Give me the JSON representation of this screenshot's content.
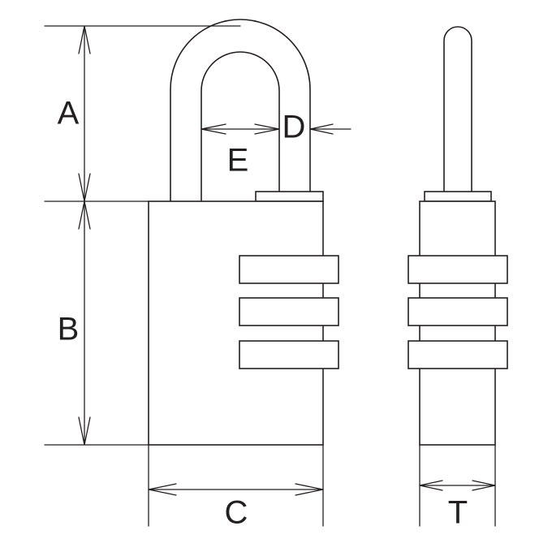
{
  "diagram": {
    "labels": {
      "A": "A",
      "B": "B",
      "C": "C",
      "D": "D",
      "E": "E",
      "T": "T"
    }
  }
}
